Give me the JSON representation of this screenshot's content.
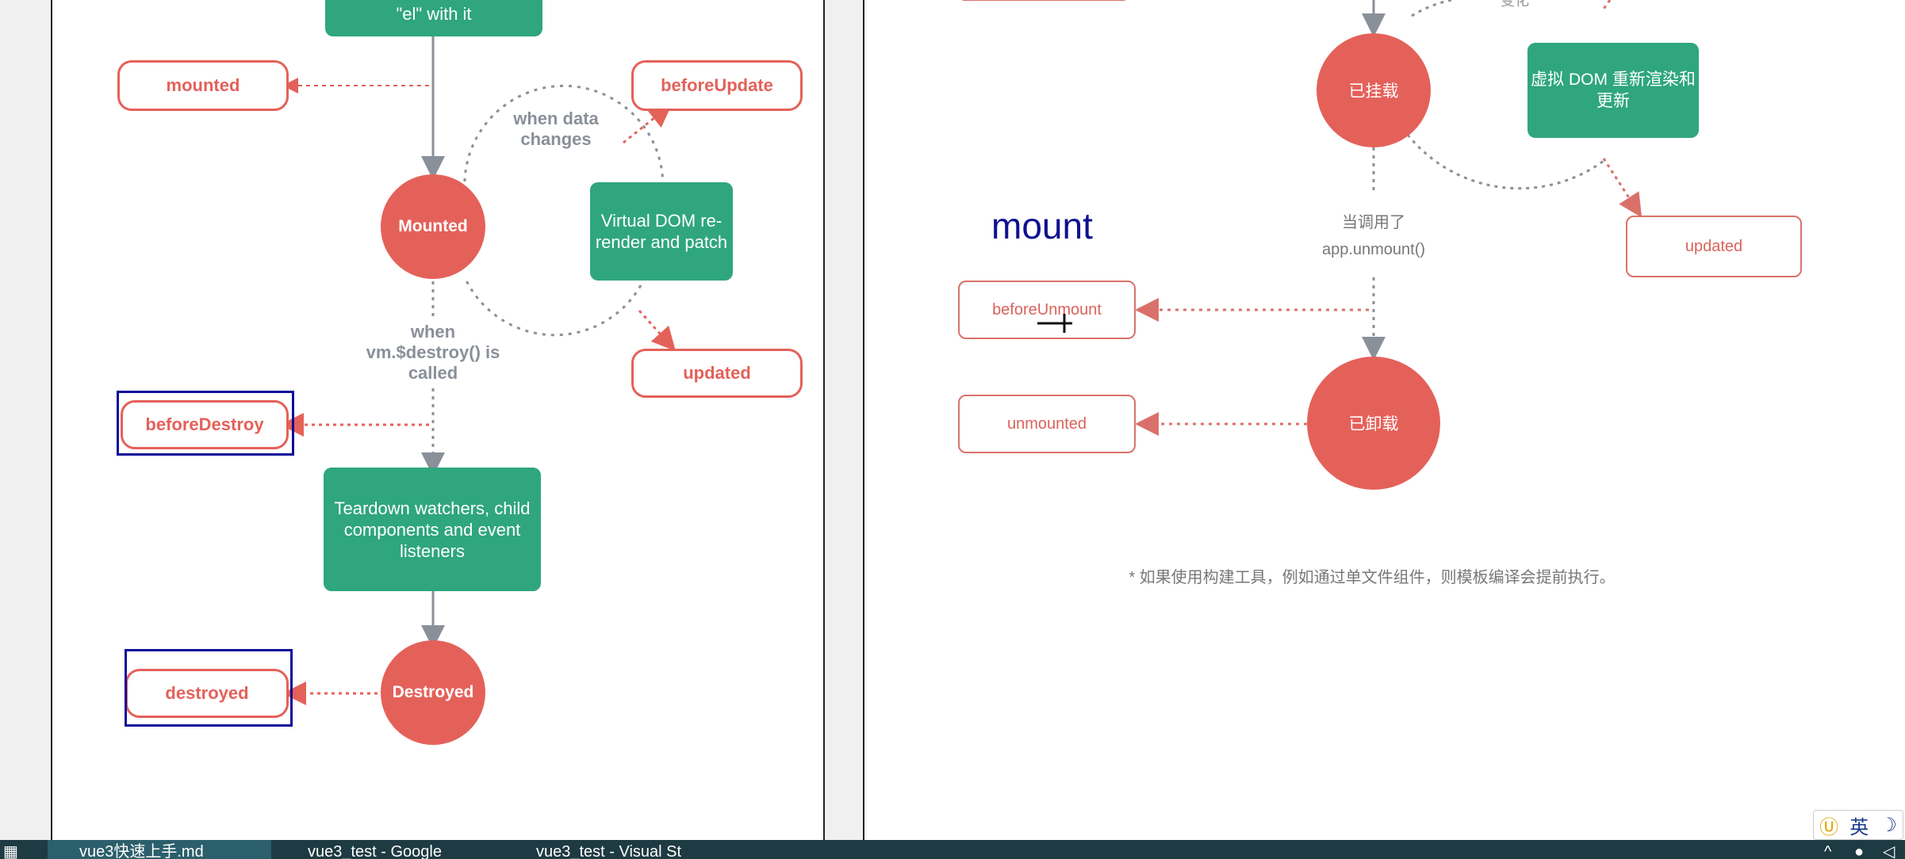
{
  "left": {
    "top_box": "\"el\" with it",
    "mounted_hook": "mounted",
    "before_update_hook": "beforeUpdate",
    "when_data_changes": "when data changes",
    "mounted_state": "Mounted",
    "virtual_dom": "Virtual DOM re-render and patch",
    "when_destroy": "when vm.$destroy() is called",
    "updated_hook": "updated",
    "before_destroy_hook": "beforeDestroy",
    "teardown": "Teardown watchers, child components and event listeners",
    "destroyed_hook": "destroyed",
    "destroyed_state": "Destroyed"
  },
  "right": {
    "top_label": "变化",
    "mounted_state": "已挂载",
    "virtual_dom": "虚拟 DOM 重新渲染和更新",
    "annotation": "mount",
    "when_called": "当调用了",
    "unmount_call": "app.unmount()",
    "updated_hook": "updated",
    "before_unmount_hook": "beforeUnmount",
    "unmounted_hook": "unmounted",
    "unmounted_state": "已卸载",
    "footnote": "* 如果使用构建工具，例如通过单文件组件，则模板编译会提前执行。"
  },
  "taskbar": {
    "item1": "vue3快速上手.md",
    "item2": "vue3_test - Google",
    "item3": "vue3_test - Visual St"
  },
  "ime": {
    "lang": "英"
  },
  "colors": {
    "hook": "#e4615a",
    "green": "#2fa67d",
    "selection": "#0a0a9a",
    "taskbar": "#1e3a42"
  }
}
